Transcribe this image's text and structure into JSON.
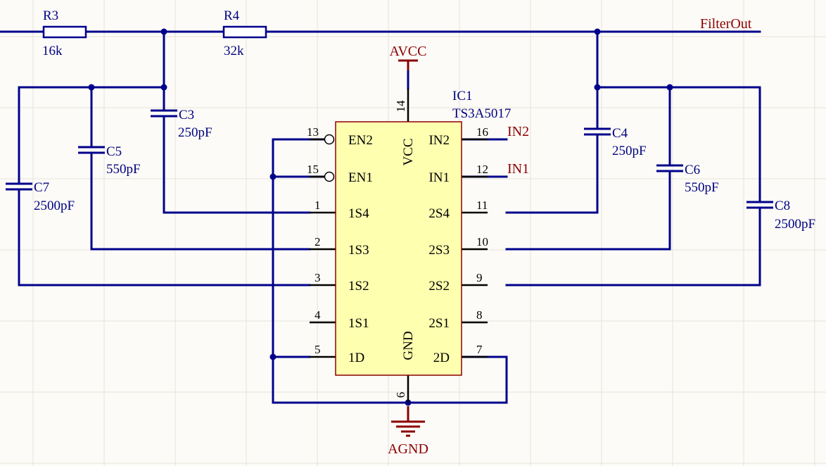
{
  "colors": {
    "background": "#FCFBF7",
    "grid": "#E6E3DA",
    "wire": "#00008B",
    "body_fill": "#FFFFB0",
    "body_stroke": "#8B0000",
    "pin": "#000000",
    "label_text": "#000080",
    "pin_number_text": "#000000",
    "power_net": "#8B0000",
    "net_label": "#8B0000"
  },
  "ic": {
    "designator": "IC1",
    "part": "TS3A5017",
    "pins": [
      {
        "num": "13",
        "name": "EN2",
        "name_id": "en2",
        "side": "left"
      },
      {
        "num": "15",
        "name": "EN1",
        "name_id": "en1",
        "side": "left"
      },
      {
        "num": "1",
        "name": "1S4",
        "name_id": "1s4",
        "side": "left"
      },
      {
        "num": "2",
        "name": "1S3",
        "name_id": "1s3",
        "side": "left"
      },
      {
        "num": "3",
        "name": "1S2",
        "name_id": "1s2",
        "side": "left"
      },
      {
        "num": "4",
        "name": "1S1",
        "name_id": "1s1",
        "side": "left"
      },
      {
        "num": "5",
        "name": "1D",
        "name_id": "1d",
        "side": "left"
      },
      {
        "num": "16",
        "name": "IN2",
        "name_id": "in2",
        "side": "right"
      },
      {
        "num": "12",
        "name": "IN1",
        "name_id": "in1",
        "side": "right"
      },
      {
        "num": "11",
        "name": "2S4",
        "name_id": "2s4",
        "side": "right"
      },
      {
        "num": "10",
        "name": "2S3",
        "name_id": "2s3",
        "side": "right"
      },
      {
        "num": "9",
        "name": "2S2",
        "name_id": "2s2",
        "side": "right"
      },
      {
        "num": "8",
        "name": "2S1",
        "name_id": "2s1",
        "side": "right"
      },
      {
        "num": "7",
        "name": "2D",
        "name_id": "2d",
        "side": "right"
      },
      {
        "num": "14",
        "name": "VCC",
        "name_id": "vcc",
        "side": "top"
      },
      {
        "num": "6",
        "name": "GND",
        "name_id": "gnd",
        "side": "bottom"
      }
    ]
  },
  "resistors": [
    {
      "designator": "R3",
      "value": "16k"
    },
    {
      "designator": "R4",
      "value": "32k"
    }
  ],
  "capacitors": [
    {
      "designator": "C3",
      "value": "250pF"
    },
    {
      "designator": "C4",
      "value": "250pF"
    },
    {
      "designator": "C5",
      "value": "550pF"
    },
    {
      "designator": "C6",
      "value": "550pF"
    },
    {
      "designator": "C7",
      "value": "2500pF"
    },
    {
      "designator": "C8",
      "value": "2500pF"
    }
  ],
  "power": {
    "vcc": "AVCC",
    "gnd": "AGND"
  },
  "net_labels": {
    "filter_out": "FilterOut",
    "in2": "IN2",
    "in1": "IN1"
  }
}
